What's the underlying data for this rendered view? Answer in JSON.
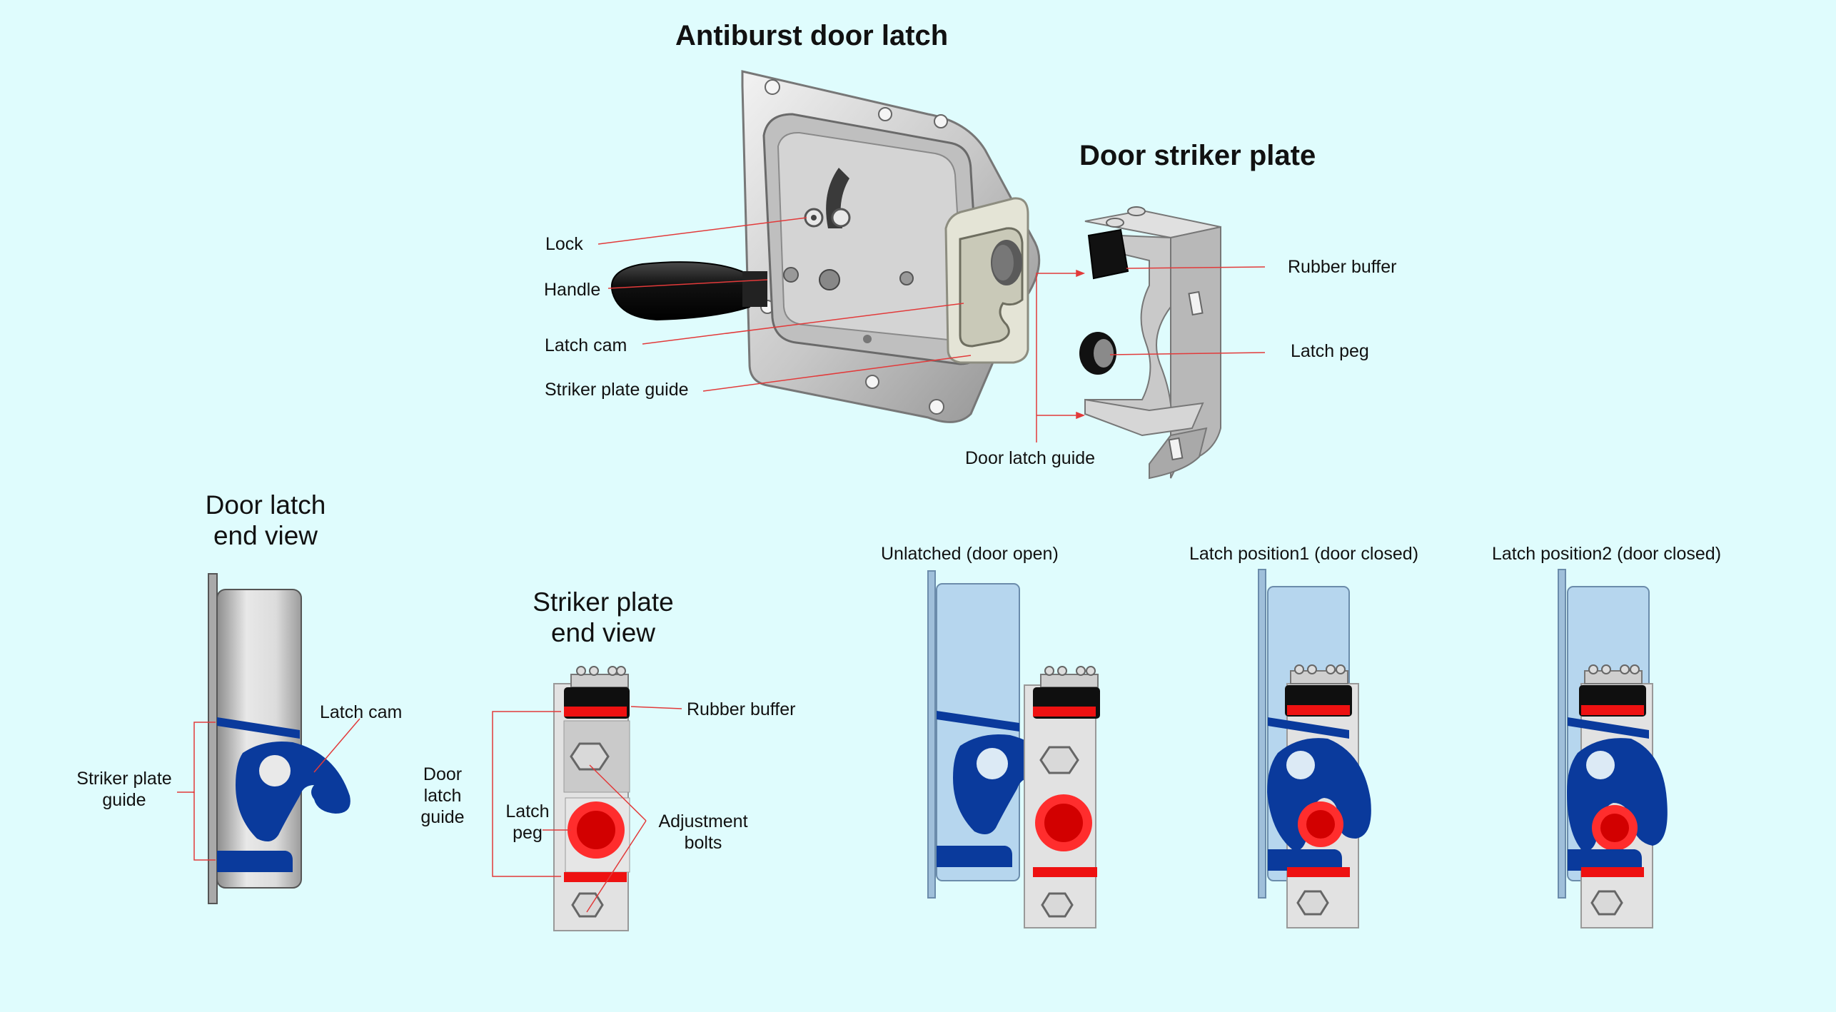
{
  "titles": {
    "main": "Antiburst door latch",
    "striker": "Door striker plate",
    "end_view_line1": "Door latch",
    "end_view_line2": "end view",
    "striker_end_line1": "Striker plate",
    "striker_end_line2": "end view"
  },
  "labels": {
    "lock": "Lock",
    "handle": "Handle",
    "latch_cam": "Latch cam",
    "striker_plate_guide": "Striker plate guide",
    "rubber_buffer": "Rubber buffer",
    "latch_peg": "Latch peg",
    "door_latch_guide": "Door  latch  guide",
    "end_latch_cam": "Latch cam",
    "end_striker_line1": "Striker plate",
    "end_striker_line2": "guide",
    "se_rubber_buffer": "Rubber buffer",
    "se_door_line1": "Door",
    "se_door_line2": "latch",
    "se_door_line3": "guide",
    "se_peg_line1": "Latch",
    "se_peg_line2": "peg",
    "se_adj_line1": "Adjustment",
    "se_adj_line2": "bolts"
  },
  "positions": {
    "unlatched": "Unlatched (door open)",
    "pos1": "Latch position1 (door closed)",
    "pos2": "Latch position2 (door closed)"
  },
  "colors": {
    "background": "#dffcfd",
    "cam_blue": "#0a3a9c",
    "peg_red": "#ee1111",
    "leader_red": "#e23a3a",
    "door_glass": "#b6d6ee",
    "metal_gray": "#c4c4c4"
  }
}
